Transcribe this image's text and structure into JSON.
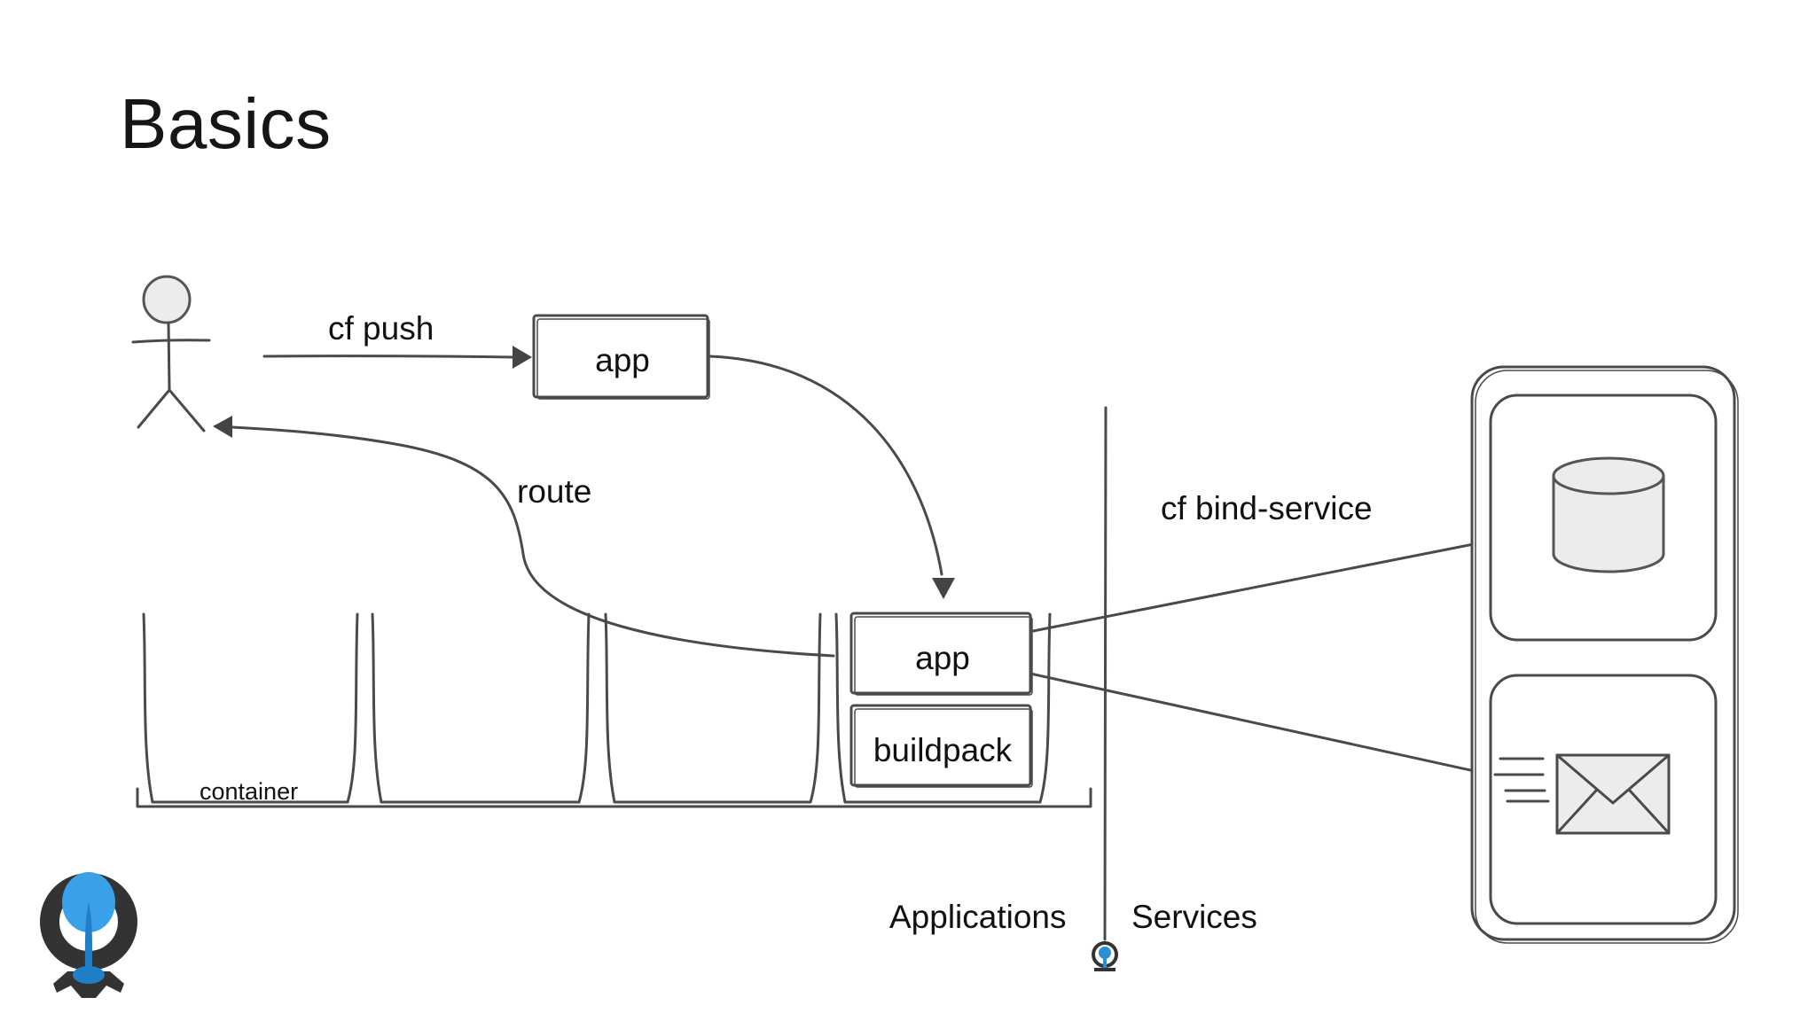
{
  "slide": {
    "title": "Basics"
  },
  "diagram": {
    "actions": {
      "push": "cf push",
      "route": "route",
      "bind": "cf bind-service"
    },
    "components": {
      "app_pushed": "app",
      "app_running": "app",
      "buildpack": "buildpack",
      "container": "container"
    },
    "regions": {
      "applications": "Applications",
      "services": "Services"
    },
    "icons": [
      "user-figure-icon",
      "database-icon",
      "mail-icon",
      "cloudfoundry-logo-icon"
    ]
  }
}
